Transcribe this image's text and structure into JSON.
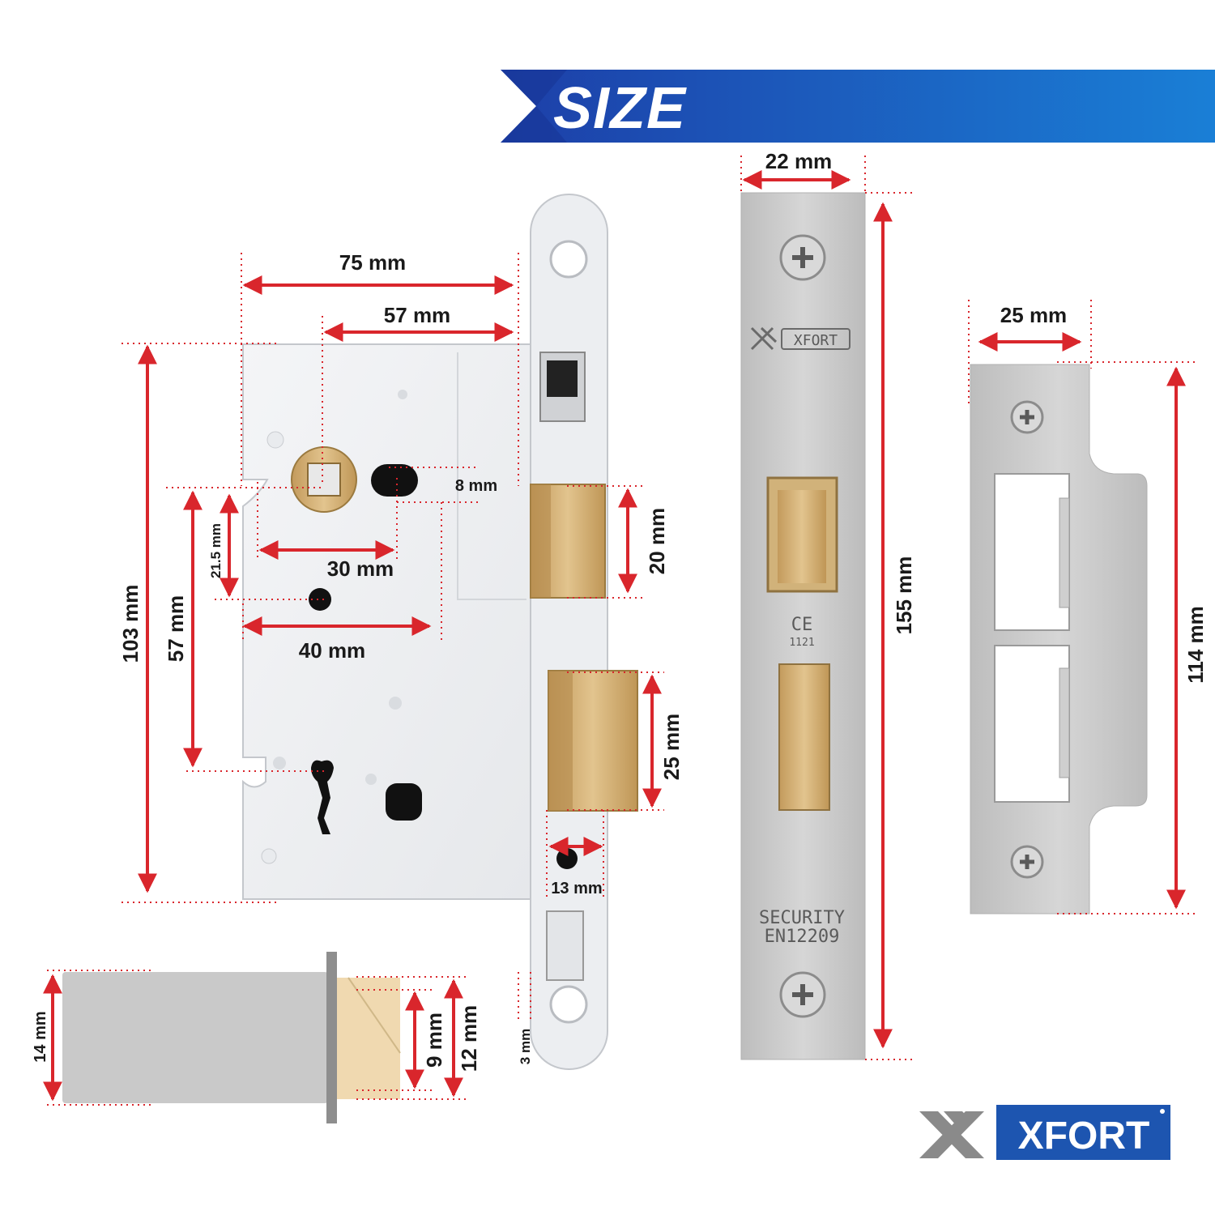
{
  "banner": {
    "title": "SIZE",
    "color_start": "#1d3fa8",
    "color_end": "#1a7fd6"
  },
  "dimensions": {
    "case_width": "75 mm",
    "backset": "57 mm",
    "case_height": "103 mm",
    "follower_to_keyhole": "57 mm",
    "follower_to_bolt_hole": "21.5 mm",
    "follower_to_fixing_hole": "30 mm",
    "slot_width": "8 mm",
    "follower_to_lower_hole": "40 mm",
    "latch_height": "20 mm",
    "deadbolt_height": "25 mm",
    "deadbolt_throw": "13 mm",
    "forend_thickness": "3 mm",
    "forend_width": "22 mm",
    "forend_length": "155 mm",
    "strike_width": "25 mm",
    "strike_length": "114 mm",
    "bolt_depth_total": "14 mm",
    "bolt_depth_inner": "9 mm",
    "bolt_depth_outer": "12 mm"
  },
  "forend_engraving": {
    "brand": "XFORT",
    "ce_mark": "CE",
    "ce_number": "1121",
    "security_line1": "SECURITY",
    "security_line2": "EN12209"
  },
  "logo": {
    "brand": "XFORT",
    "color": "#1d55b0"
  },
  "colors": {
    "dimension_arrow": "#d9262c",
    "metal": "#c9c9c9",
    "brass": "#d9b880"
  }
}
